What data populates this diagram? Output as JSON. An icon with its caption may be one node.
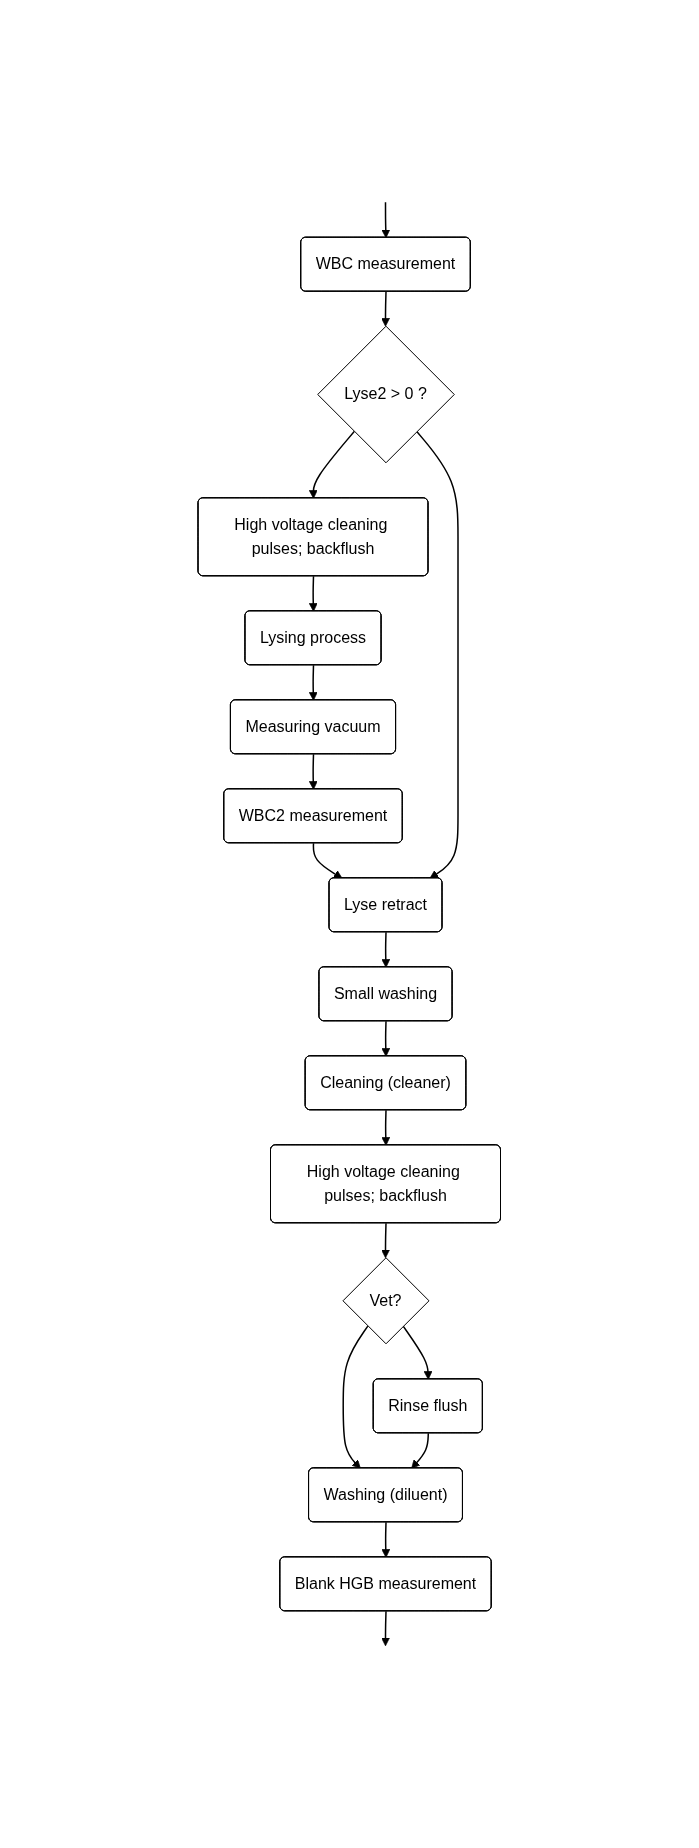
{
  "diagram": {
    "nodes": [
      {
        "text": [
          "WBC measurement"
        ]
      },
      {
        "text": [
          "Lyse2 > 0 ?"
        ]
      },
      {
        "text": [
          "High voltage cleaning pulses; backflush"
        ]
      },
      {
        "text": [
          "Lysing process"
        ]
      },
      {
        "text": [
          "Measuring vacuum"
        ]
      },
      {
        "text": [
          "WBC2 measurement"
        ]
      },
      {
        "text": [
          "Lyse retract"
        ]
      },
      {
        "text": [
          "Small washing"
        ]
      },
      {
        "text": [
          "Cleaning (cleaner)"
        ]
      },
      {
        "text": [
          "High voltage cleaning pulses; backflush"
        ]
      },
      {
        "text": [
          "Vet?"
        ]
      },
      {
        "text": [
          "Rinse flush"
        ]
      },
      {
        "text": [
          "Washing (diluent)"
        ]
      },
      {
        "text": [
          "Blank HGB measurement"
        ]
      }
    ],
    "edges": [
      {
        "from": null,
        "to": 0,
        "arrow": "to"
      },
      {
        "from": 0,
        "to": 1,
        "arrow": "to"
      },
      {
        "from": 1,
        "to": 2,
        "arrow": "to"
      },
      {
        "from": 2,
        "to": 3,
        "arrow": "to"
      },
      {
        "from": 3,
        "to": 4,
        "arrow": "to"
      },
      {
        "from": 4,
        "to": 5,
        "arrow": "to"
      },
      {
        "from": 5,
        "to": 6,
        "arrow": "to"
      },
      {
        "from": 1,
        "to": 6,
        "arrow": "to"
      },
      {
        "from": 6,
        "to": 7,
        "arrow": "to"
      },
      {
        "from": 7,
        "to": 8,
        "arrow": "to"
      },
      {
        "from": 8,
        "to": 9,
        "arrow": "to"
      },
      {
        "from": 9,
        "to": 10,
        "arrow": "to"
      },
      {
        "from": 10,
        "to": 11,
        "arrow": "to"
      },
      {
        "from": 10,
        "to": 12,
        "arrow": "to"
      },
      {
        "from": 11,
        "to": 12,
        "arrow": "to"
      },
      {
        "from": 12,
        "to": 13,
        "arrow": "to"
      },
      {
        "from": 13,
        "to": null,
        "arrow": "to"
      }
    ]
  }
}
